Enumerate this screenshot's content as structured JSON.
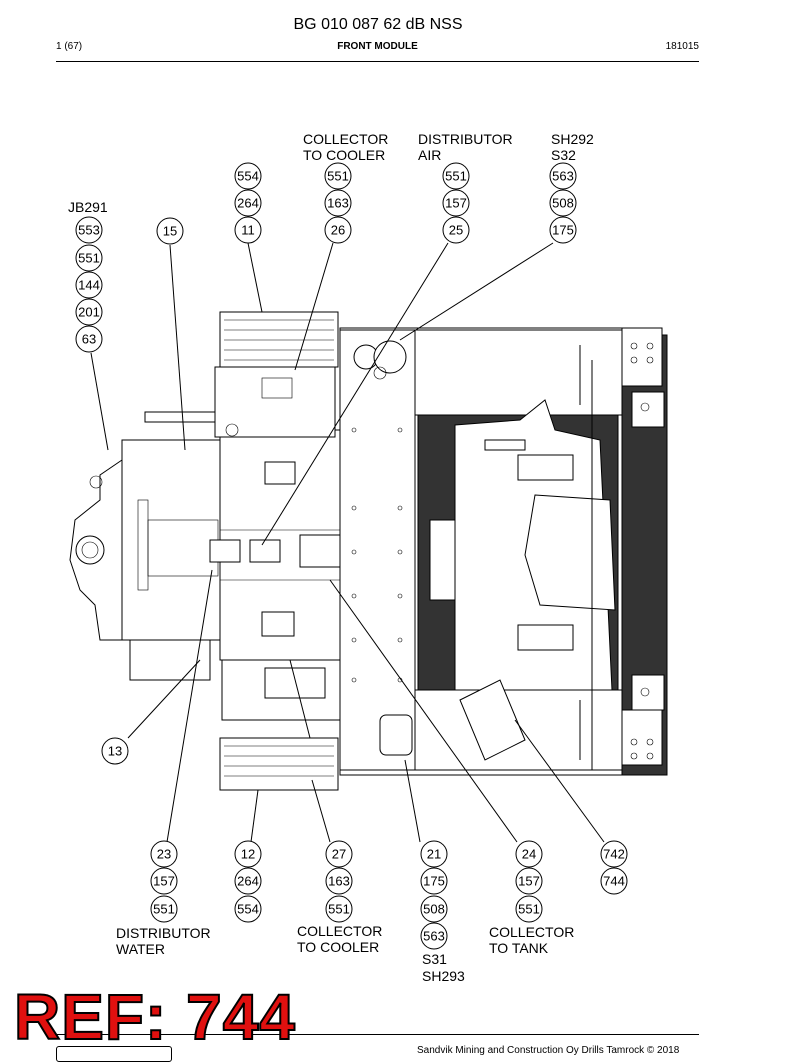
{
  "header": {
    "title": "BG 010 087 62 dB NSS",
    "page": "1 (67)",
    "module": "FRONT MODULE",
    "code": "181015"
  },
  "footer": {
    "copyright": "Sandvik Mining and Construction Oy Drills Tamrock © 2018"
  },
  "ref_stamp": "REF: 744",
  "labels": {
    "collector_cooler_top_1": "COLLECTOR",
    "collector_cooler_top_2": "TO COOLER",
    "distributor_air_1": "DISTRIBUTOR",
    "distributor_air_2": "AIR",
    "sh292": "SH292",
    "s32": "S32",
    "jb291": "JB291",
    "distributor_water_1": "DISTRIBUTOR",
    "distributor_water_2": "WATER",
    "collector_cooler_bot_1": "COLLECTOR",
    "collector_cooler_bot_2": "TO COOLER",
    "collector_tank_1": "COLLECTOR",
    "collector_tank_2": "TO TANK",
    "s31": "S31",
    "sh293": "SH293"
  },
  "bubbles": {
    "b554t": "554",
    "b264t": "264",
    "b11": "11",
    "b551a": "551",
    "b163a": "163",
    "b26": "26",
    "b551b": "551",
    "b157b": "157",
    "b25": "25",
    "b563c": "563",
    "b508c": "508",
    "b175c": "175",
    "b15": "15",
    "b553": "553",
    "b551d": "551",
    "b144": "144",
    "b201": "201",
    "b63": "63",
    "b13": "13",
    "b23": "23",
    "b157e": "157",
    "b551e": "551",
    "b12": "12",
    "b264f": "264",
    "b554f": "554",
    "b27": "27",
    "b163g": "163",
    "b551g": "551",
    "b21": "21",
    "b175h": "175",
    "b508h": "508",
    "b563h": "563",
    "b24": "24",
    "b157i": "157",
    "b551i": "551",
    "b742": "742",
    "b744": "744"
  }
}
